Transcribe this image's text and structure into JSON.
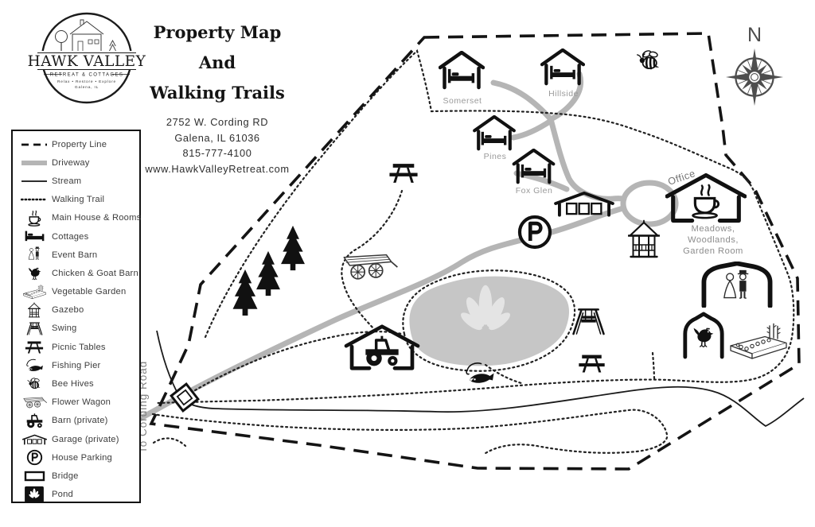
{
  "logo": {
    "name": "HAWK VALLEY",
    "subtitle": "RETREAT & COTTAGES",
    "tagline": "Relax • Restore • Explore",
    "location": "Galena, IL"
  },
  "header": {
    "title_line1": "Property Map",
    "title_line2": "And",
    "title_line3": "Walking Trails",
    "address": "2752 W. Cording RD",
    "city": "Galena, IL  61036",
    "phone": "815-777-4100",
    "website": "www.HawkValleyRetreat.com"
  },
  "legend": {
    "items": [
      {
        "label": "Property Line",
        "icon": "dashed-line"
      },
      {
        "label": "Driveway",
        "icon": "thick-gray-line"
      },
      {
        "label": "Stream",
        "icon": "solid-line"
      },
      {
        "label": "Walking Trail",
        "icon": "dotted-line"
      },
      {
        "label": "Main House & Rooms",
        "icon": "coffee-cup"
      },
      {
        "label": "Cottages",
        "icon": "bed"
      },
      {
        "label": "Event Barn",
        "icon": "wedding-couple"
      },
      {
        "label": "Chicken & Goat Barn",
        "icon": "chicken"
      },
      {
        "label": "Vegetable Garden",
        "icon": "raised-garden-bed"
      },
      {
        "label": "Gazebo",
        "icon": "gazebo"
      },
      {
        "label": "Swing",
        "icon": "swing"
      },
      {
        "label": "Picnic Tables",
        "icon": "picnic-table"
      },
      {
        "label": "Fishing Pier",
        "icon": "fish-and-hook"
      },
      {
        "label": "Bee Hives",
        "icon": "bee"
      },
      {
        "label": "Flower Wagon",
        "icon": "wagon"
      },
      {
        "label": "Barn (private)",
        "icon": "tractor"
      },
      {
        "label": "Garage (private)",
        "icon": "garage"
      },
      {
        "label": "House Parking",
        "icon": "parking-circle"
      },
      {
        "label": "Bridge",
        "icon": "rectangle"
      },
      {
        "label": "Pond",
        "icon": "fountain"
      }
    ]
  },
  "map": {
    "compass_label": "N",
    "road_label": "To Cording Road",
    "office_label": "Office",
    "main_house_lines": [
      "Meadows,",
      "Woodlands,",
      "Garden Room"
    ],
    "cottages": [
      "Somerset",
      "Hillside",
      "Pines",
      "Fox Glen"
    ]
  },
  "colors": {
    "driveway": "#b5b5b5",
    "pond": "#c6c6c6",
    "pond_fountain": "#e4e4e4",
    "ink": "#1a1a1a",
    "map_label": "#9a9a9a",
    "compass": "#4d4d4d"
  }
}
